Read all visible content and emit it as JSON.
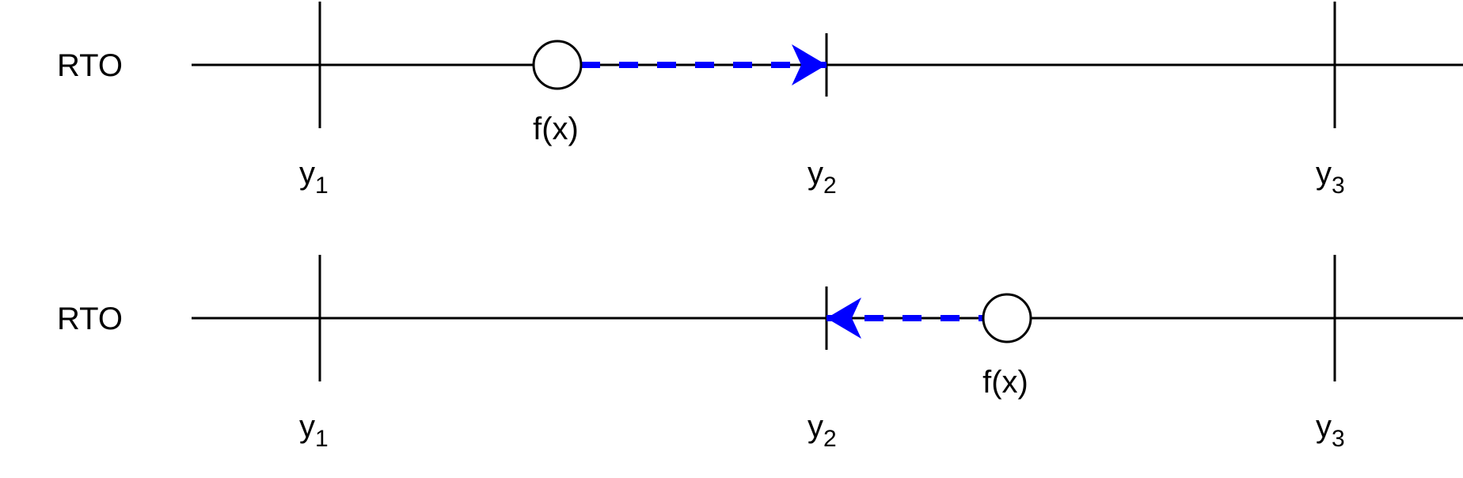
{
  "colors": {
    "line": "#000000",
    "arrow": "#0000ff",
    "background": "#ffffff"
  },
  "rows": [
    {
      "label": "RTO",
      "ticks": [
        {
          "base": "y",
          "sub": "1"
        },
        {
          "base": "y",
          "sub": "2"
        },
        {
          "base": "y",
          "sub": "3"
        }
      ],
      "point_label": "f(x)",
      "arrow_direction": "right"
    },
    {
      "label": "RTO",
      "ticks": [
        {
          "base": "y",
          "sub": "1"
        },
        {
          "base": "y",
          "sub": "2"
        },
        {
          "base": "y",
          "sub": "3"
        }
      ],
      "point_label": "f(x)",
      "arrow_direction": "left"
    }
  ]
}
